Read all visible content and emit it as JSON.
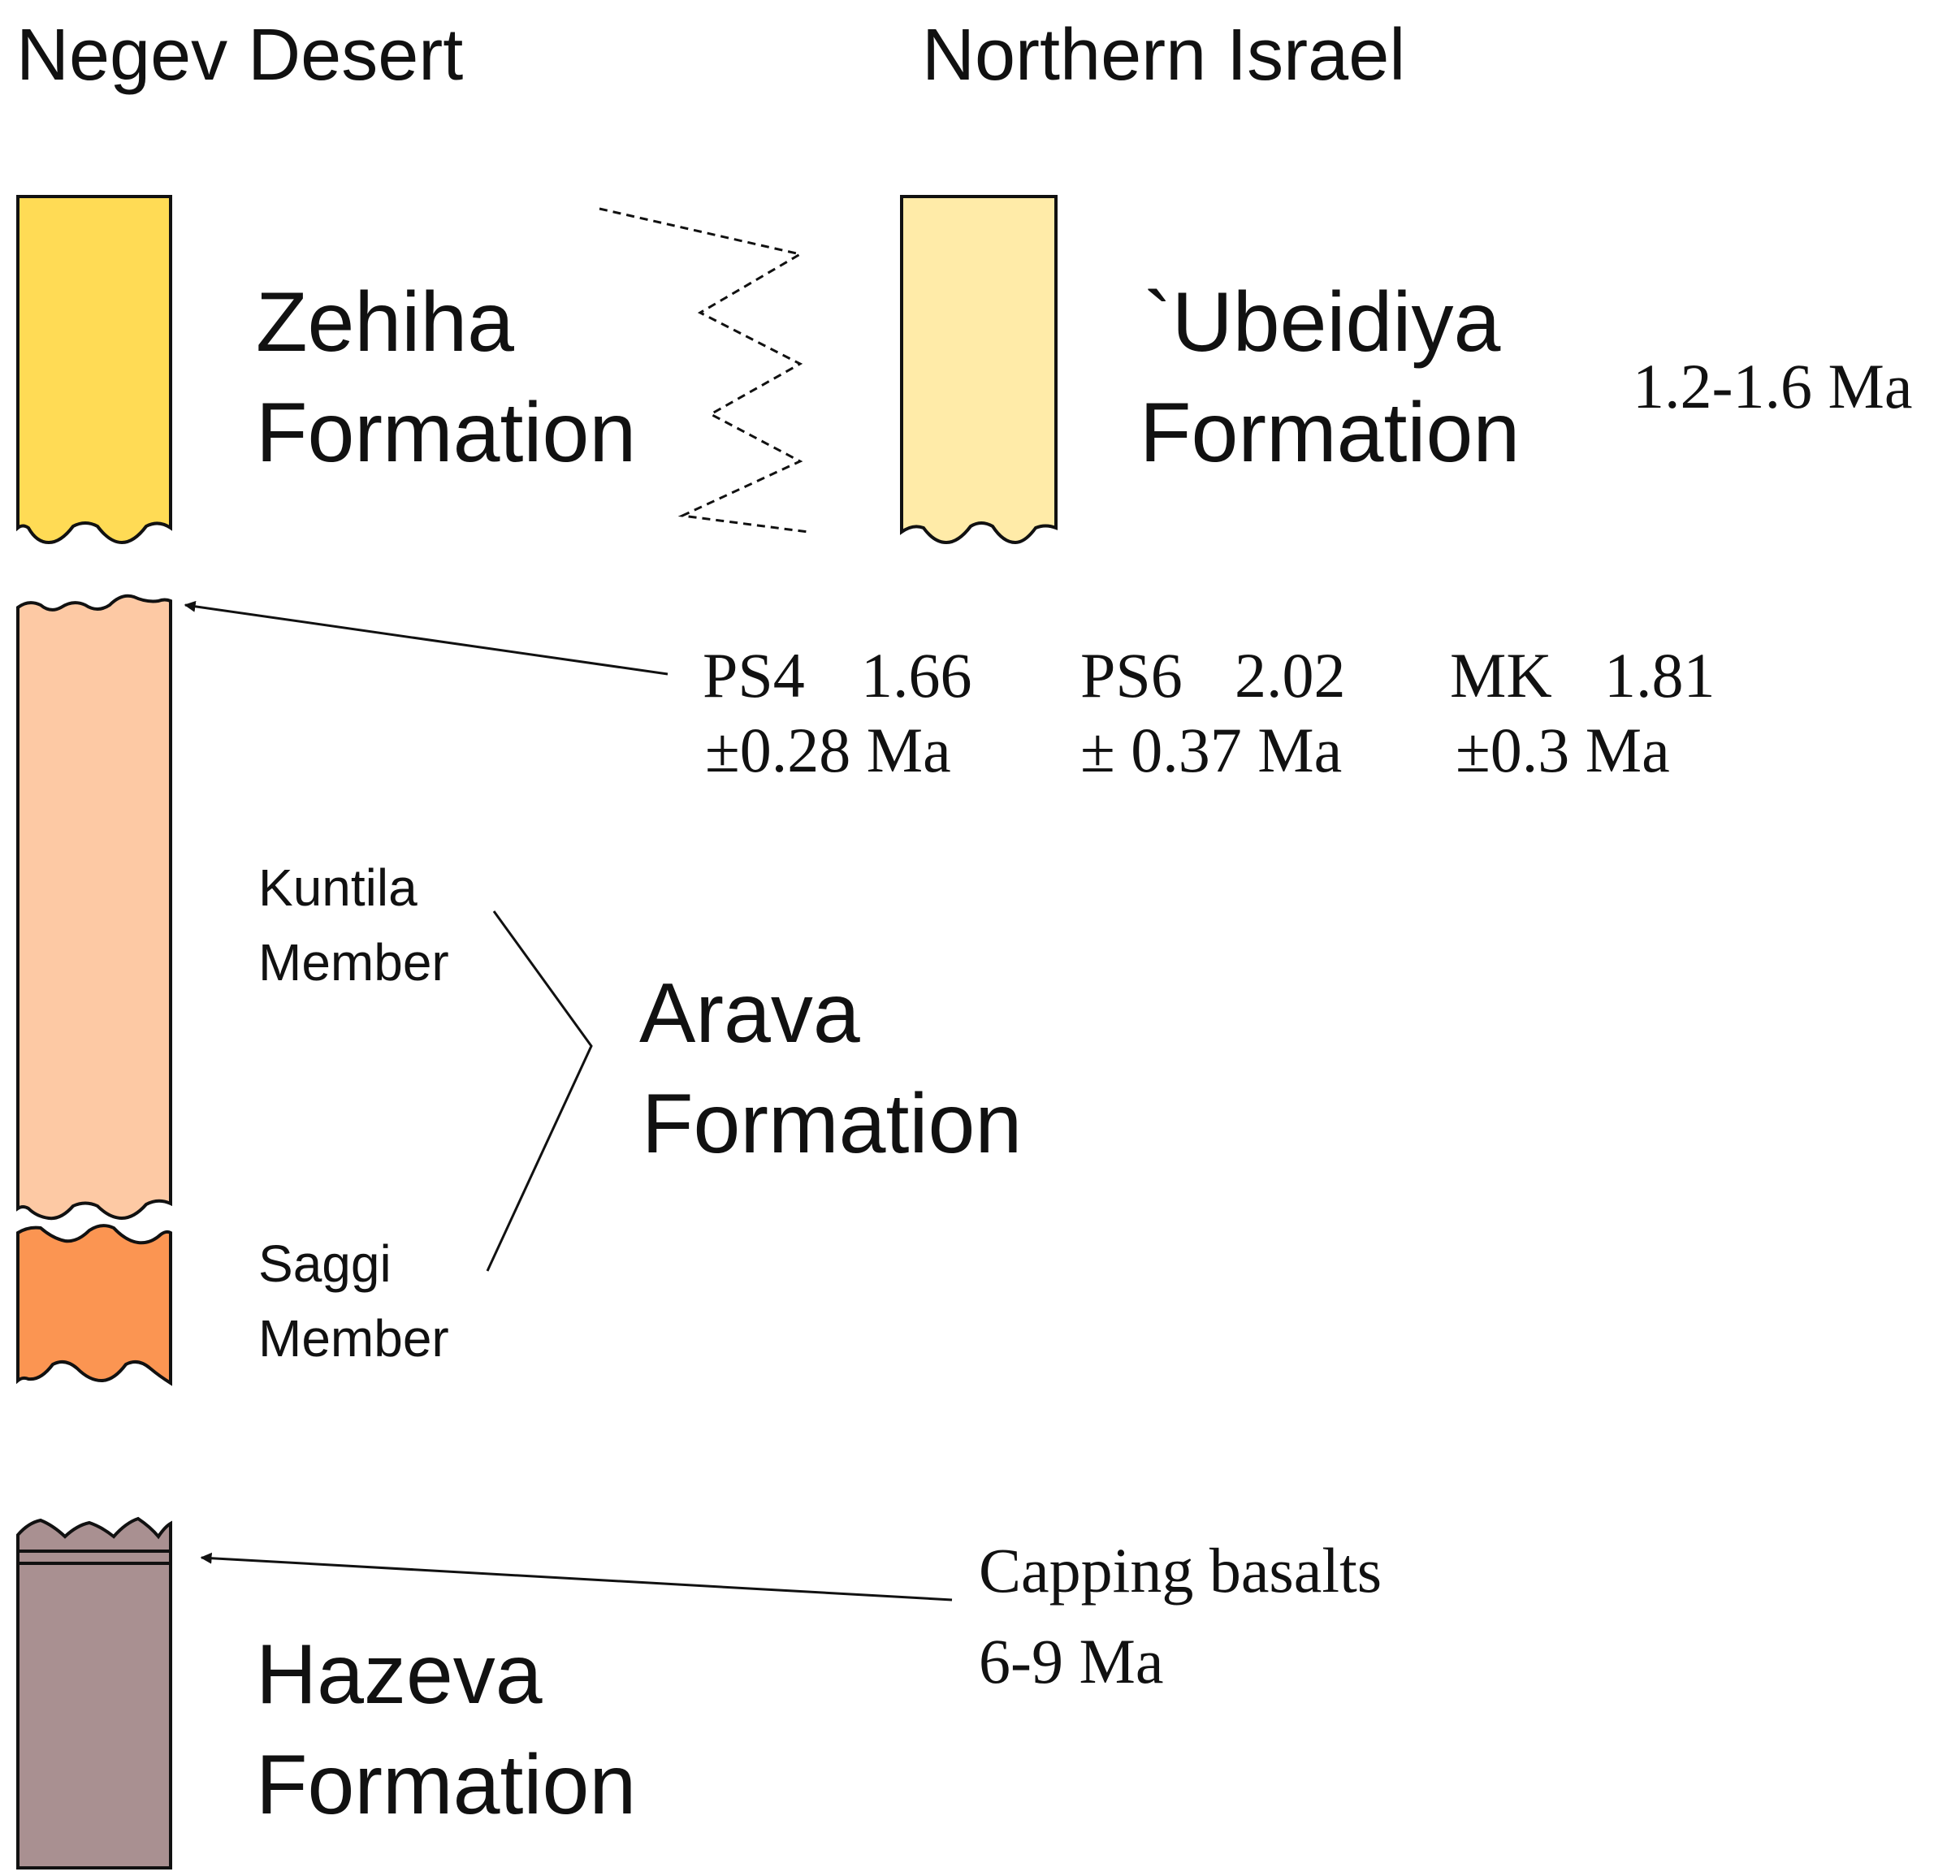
{
  "headings": {
    "left": "Negev Desert",
    "right": "Northern Israel"
  },
  "formations": {
    "zehiha": {
      "line1": "Zehiha",
      "line2": "Formation",
      "color": "#FFDB55"
    },
    "ubeidiya": {
      "line1": "`Ubeidiya",
      "line2": "Formation",
      "color": "#FFEBA8",
      "age": "1.2-1.6 Ma"
    },
    "arava": {
      "line1": "Arava",
      "line2": "Formation",
      "kuntila": {
        "line1": "Kuntila",
        "line2": "Member",
        "color": "#FDC9A4"
      },
      "saggi": {
        "line1": "Saggi",
        "line2": "Member",
        "color": "#FB9552"
      }
    },
    "hazeva": {
      "line1": "Hazeva",
      "line2": "Formation",
      "color": "#A99091",
      "basalt_label": {
        "line1": "Capping basalts",
        "line2": "6-9 Ma"
      }
    }
  },
  "dates": [
    {
      "sample": "PS4",
      "age": "1.66",
      "error": "±0.28 Ma"
    },
    {
      "sample": "PS6",
      "age": "2.02",
      "error": "± 0.37 Ma"
    },
    {
      "sample": "MK",
      "age": "1.81",
      "error": "±0.3 Ma"
    }
  ]
}
